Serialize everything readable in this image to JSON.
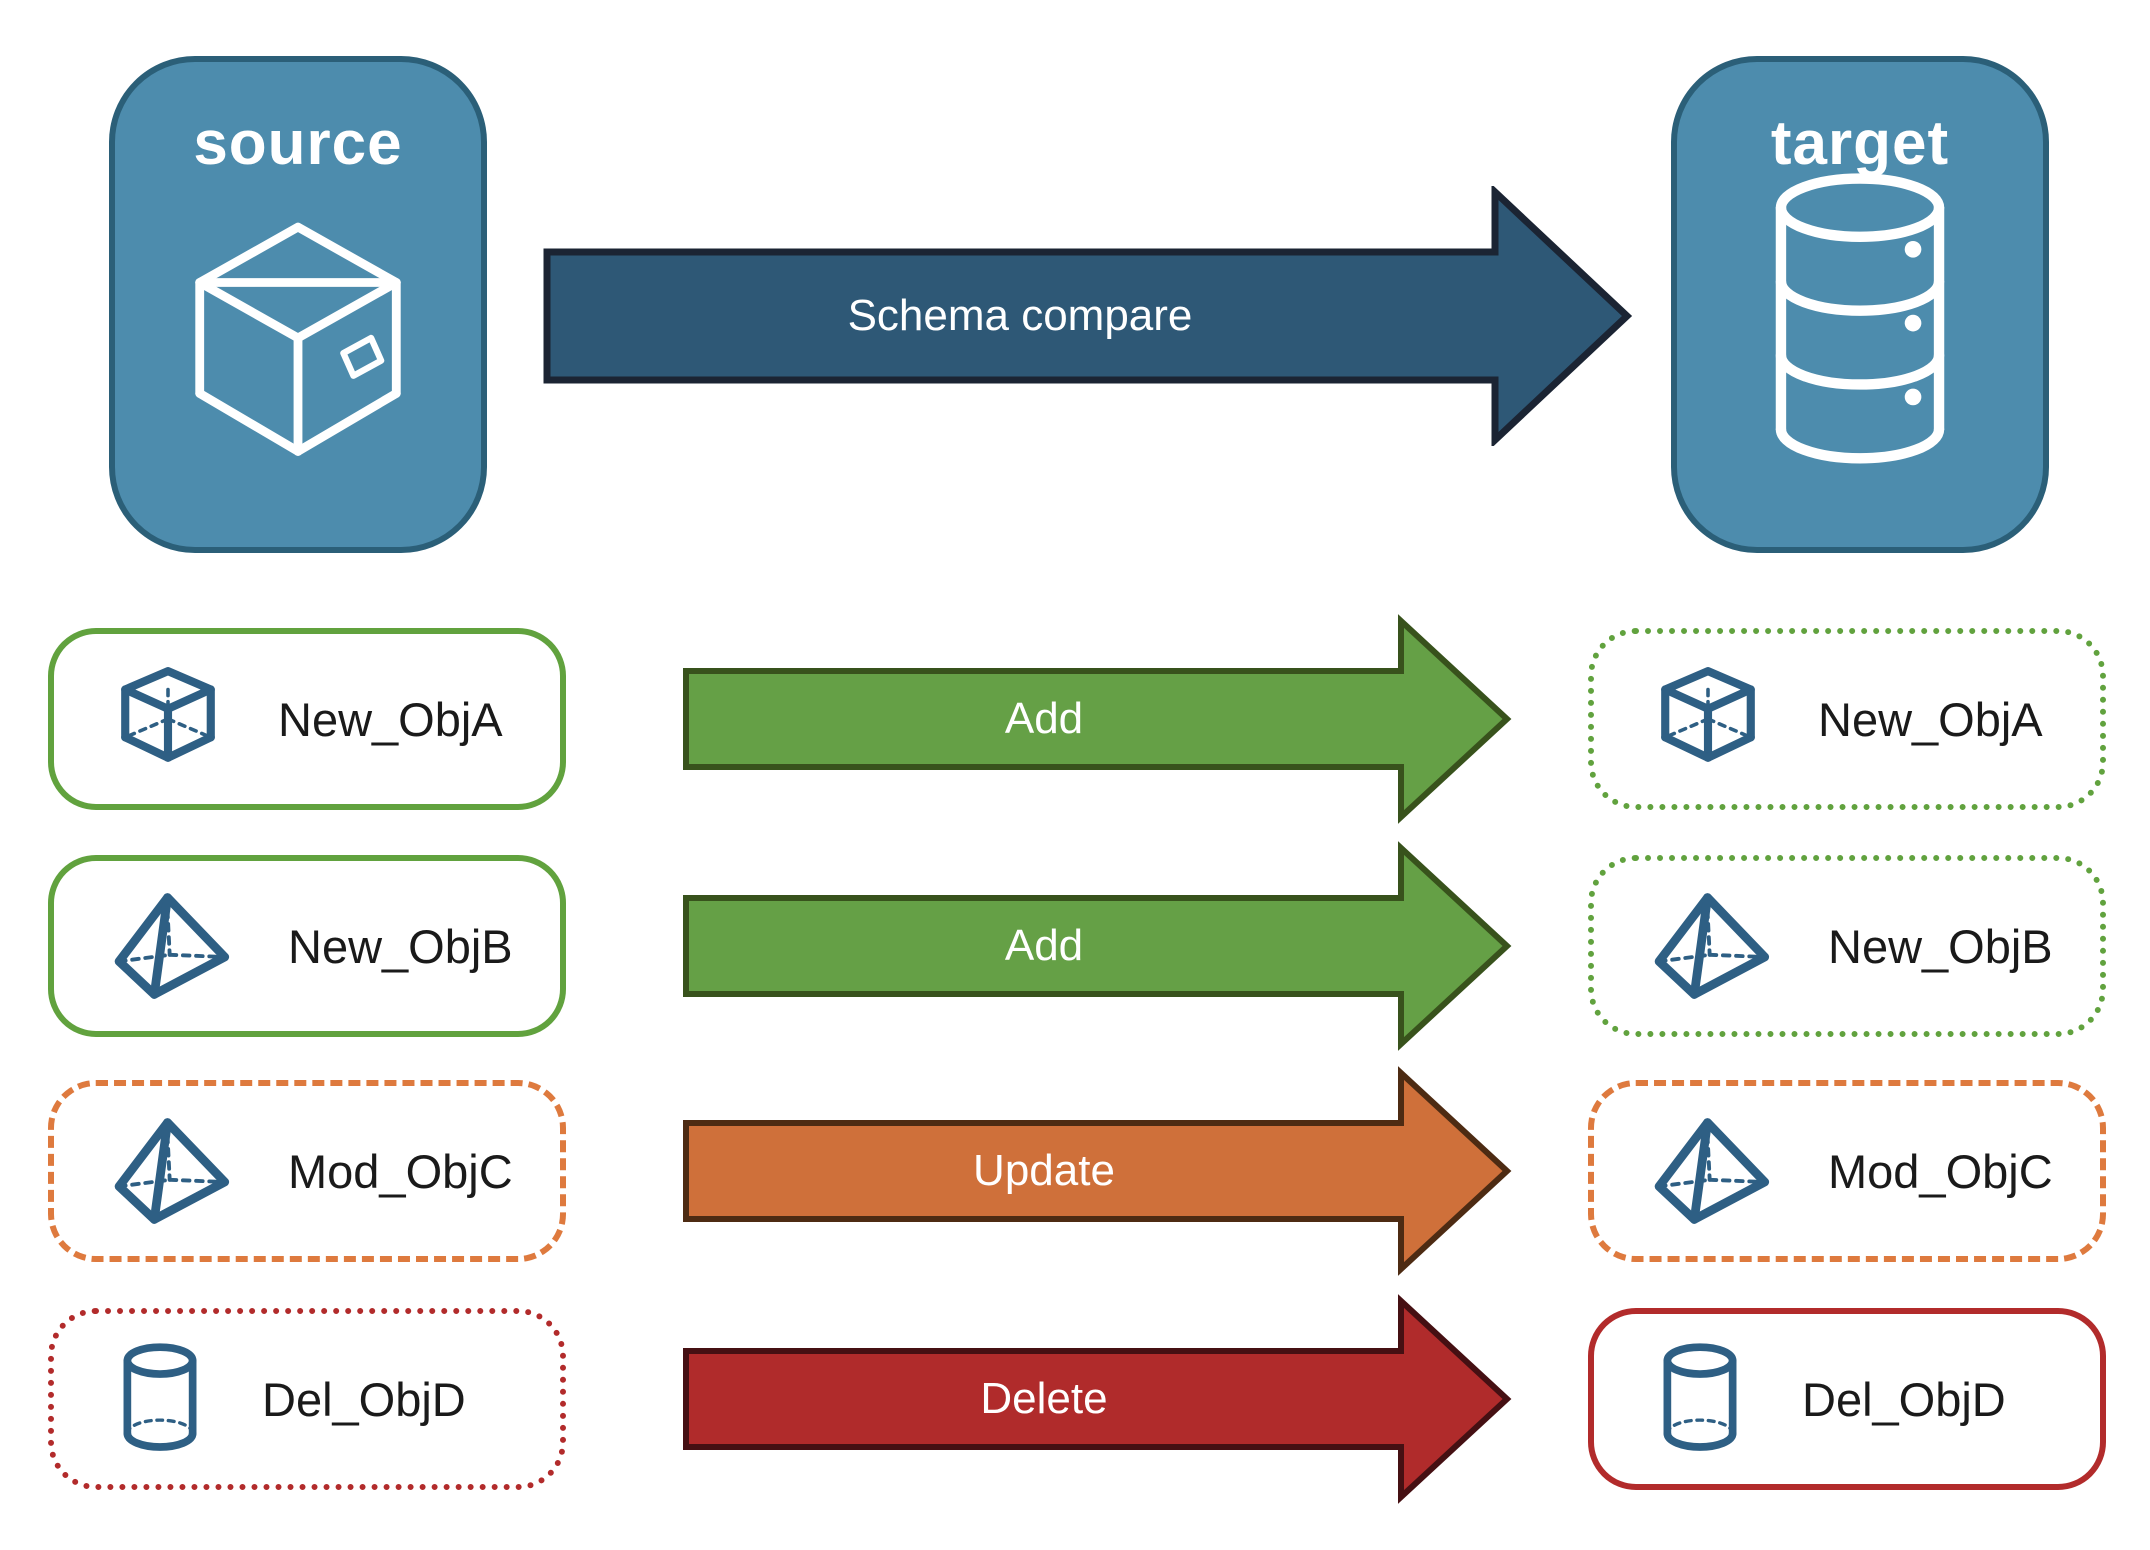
{
  "diagram": {
    "source_node": {
      "label": "source",
      "icon": "package-icon"
    },
    "target_node": {
      "label": "target",
      "icon": "database-icon"
    },
    "main_arrow": {
      "label": "Schema compare",
      "fill": "#2E5876",
      "stroke": "#1B2433"
    }
  },
  "rows": [
    {
      "source_box": {
        "label": "New_ObjA",
        "icon": "cube-icon",
        "border_style": "solid",
        "border_color": "#61A23E"
      },
      "arrow": {
        "label": "Add",
        "fill": "#65A046",
        "stroke": "#38521C"
      },
      "target_box": {
        "label": "New_ObjA",
        "icon": "cube-icon",
        "border_style": "dotted",
        "border_color": "#61A23E"
      }
    },
    {
      "source_box": {
        "label": "New_ObjB",
        "icon": "pyramid-icon",
        "border_style": "solid",
        "border_color": "#61A23E"
      },
      "arrow": {
        "label": "Add",
        "fill": "#65A046",
        "stroke": "#38521C"
      },
      "target_box": {
        "label": "New_ObjB",
        "icon": "pyramid-icon",
        "border_style": "dotted",
        "border_color": "#61A23E"
      }
    },
    {
      "source_box": {
        "label": "Mod_ObjC",
        "icon": "pyramid-icon",
        "border_style": "dashed",
        "border_color": "#DE7A3E"
      },
      "arrow": {
        "label": "Update",
        "fill": "#CF703A",
        "stroke": "#4D2B13"
      },
      "target_box": {
        "label": "Mod_ObjC",
        "icon": "pyramid-icon",
        "border_style": "dashed",
        "border_color": "#DE7A3E"
      }
    },
    {
      "source_box": {
        "label": "Del_ObjD",
        "icon": "cylinder-icon",
        "border_style": "dotted",
        "border_color": "#B22B2B"
      },
      "arrow": {
        "label": "Delete",
        "fill": "#B02B2B",
        "stroke": "#451013"
      },
      "target_box": {
        "label": "Del_ObjD",
        "icon": "cylinder-icon",
        "border_style": "solid",
        "border_color": "#B22B2B"
      }
    }
  ],
  "colors": {
    "node_fill": "#4D8CAD",
    "node_border": "#2B5F78",
    "node_text": "#FFFFFF",
    "node_icon_stroke": "#FFFFFF",
    "object_icon_blue": "#2E5F84",
    "label_text": "#1A1A1A"
  }
}
